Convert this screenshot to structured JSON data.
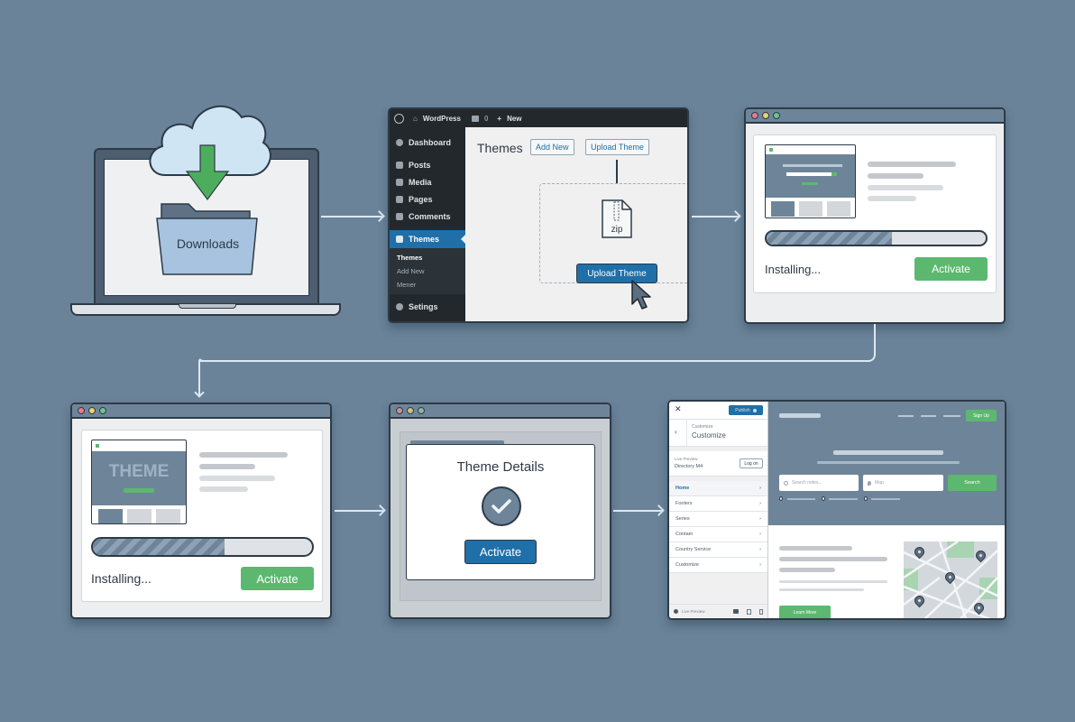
{
  "step1": {
    "folder_label": "Downloads"
  },
  "step2": {
    "adminbar": {
      "site_name": "WordPress",
      "comments_count": "0",
      "new_label": "New"
    },
    "sidebar": [
      {
        "label": "Dashboard"
      },
      {
        "label": "Posts"
      },
      {
        "label": "Media"
      },
      {
        "label": "Pages"
      },
      {
        "label": "Comments"
      },
      {
        "label": "Themes",
        "active": true
      },
      {
        "label": "Setings"
      }
    ],
    "submenu": [
      "Themes",
      "Add New",
      "Mener"
    ],
    "page_title": "Themes",
    "add_new_label": "Add New",
    "upload_theme_label": "Upload Theme",
    "zip_label": "zip",
    "upload_button_label": "Upload Theme"
  },
  "step3": {
    "status": "Installing...",
    "activate_label": "Activate",
    "progress_percent": 57
  },
  "step4": {
    "thumb_text": "THEME",
    "status": "Installing...",
    "activate_label": "Activate",
    "progress_percent": 60
  },
  "step5": {
    "title": "Theme Details",
    "activate_label": "Activate"
  },
  "step6": {
    "customizer": {
      "publish_label": "Publish",
      "breadcrumb": "Customize",
      "title": "Customize",
      "live_preview_label": "Live Preview",
      "theme_name": "Directory M4",
      "login_label": "Log on",
      "menu": [
        "Home",
        "Footers",
        "Series",
        "Contam",
        "Country Service",
        "Customize"
      ],
      "footer_label": "Live Preview"
    },
    "preview": {
      "signup_label": "Sign Up",
      "search_placeholder": "Search notes...",
      "map_placeholder": "Map",
      "search_button": "Search",
      "learn_more": "Learn More"
    }
  },
  "colors": {
    "background": "#6a8399",
    "green": "#5cb86f",
    "wp_blue": "#1f6fa8",
    "wp_dark": "#23282d",
    "outline": "#2d3a47"
  }
}
